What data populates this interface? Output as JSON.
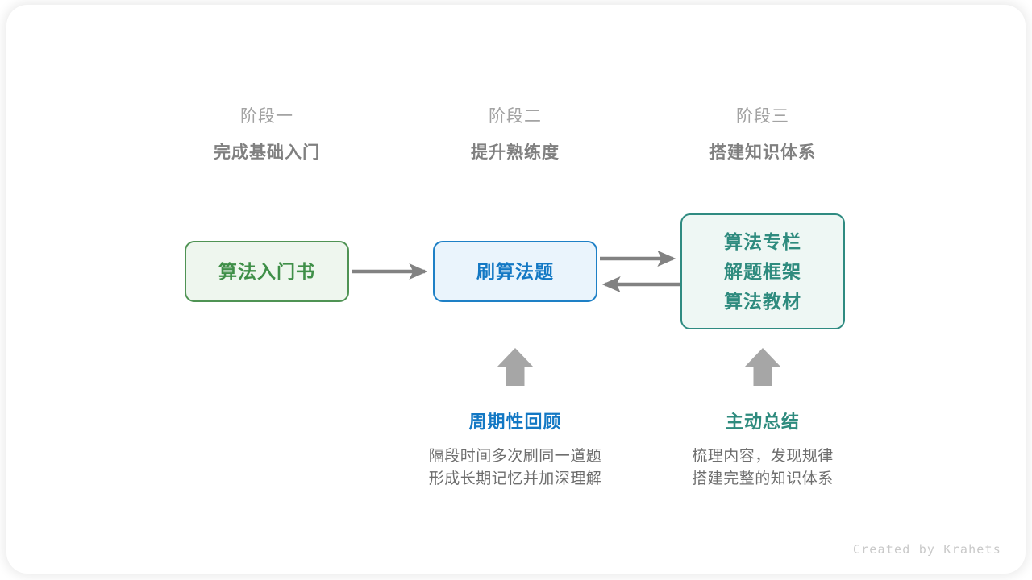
{
  "canvas": {
    "background": "#ffffff",
    "card_background": "#ffffff"
  },
  "colors": {
    "green": "#3f8f48",
    "green_border": "#4f9354",
    "green_fill": "#eef6ee",
    "blue": "#1378c4",
    "blue_border": "#1e80c6",
    "blue_fill": "#eaf4fc",
    "teal": "#2e8b7e",
    "teal_border": "#2f8b81",
    "teal_fill": "#eef7f4",
    "arrow_gray": "#828282",
    "block_arrow_gray": "#a6a6a6",
    "header_light": "#a3a3a3",
    "header_bold": "#808080",
    "body_text": "#6e6e6e",
    "footer": "#c9c9c9"
  },
  "stages": [
    {
      "label": "阶段一",
      "title": "完成基础入门"
    },
    {
      "label": "阶段二",
      "title": "提升熟练度"
    },
    {
      "label": "阶段三",
      "title": "搭建知识体系"
    }
  ],
  "nodes": {
    "book": {
      "lines": [
        "算法入门书"
      ]
    },
    "practice": {
      "lines": [
        "刷算法题"
      ]
    },
    "resources": {
      "lines": [
        "算法专栏",
        "解题框架",
        "算法教材"
      ]
    }
  },
  "annotations": [
    {
      "title": "周期性回顾",
      "lines": [
        "隔段时间多次刷同一道题",
        "形成长期记忆并加深理解"
      ]
    },
    {
      "title": "主动总结",
      "lines": [
        "梳理内容，发现规律",
        "搭建完整的知识体系"
      ]
    }
  ],
  "footer": {
    "credit": "Created by Krahets"
  }
}
